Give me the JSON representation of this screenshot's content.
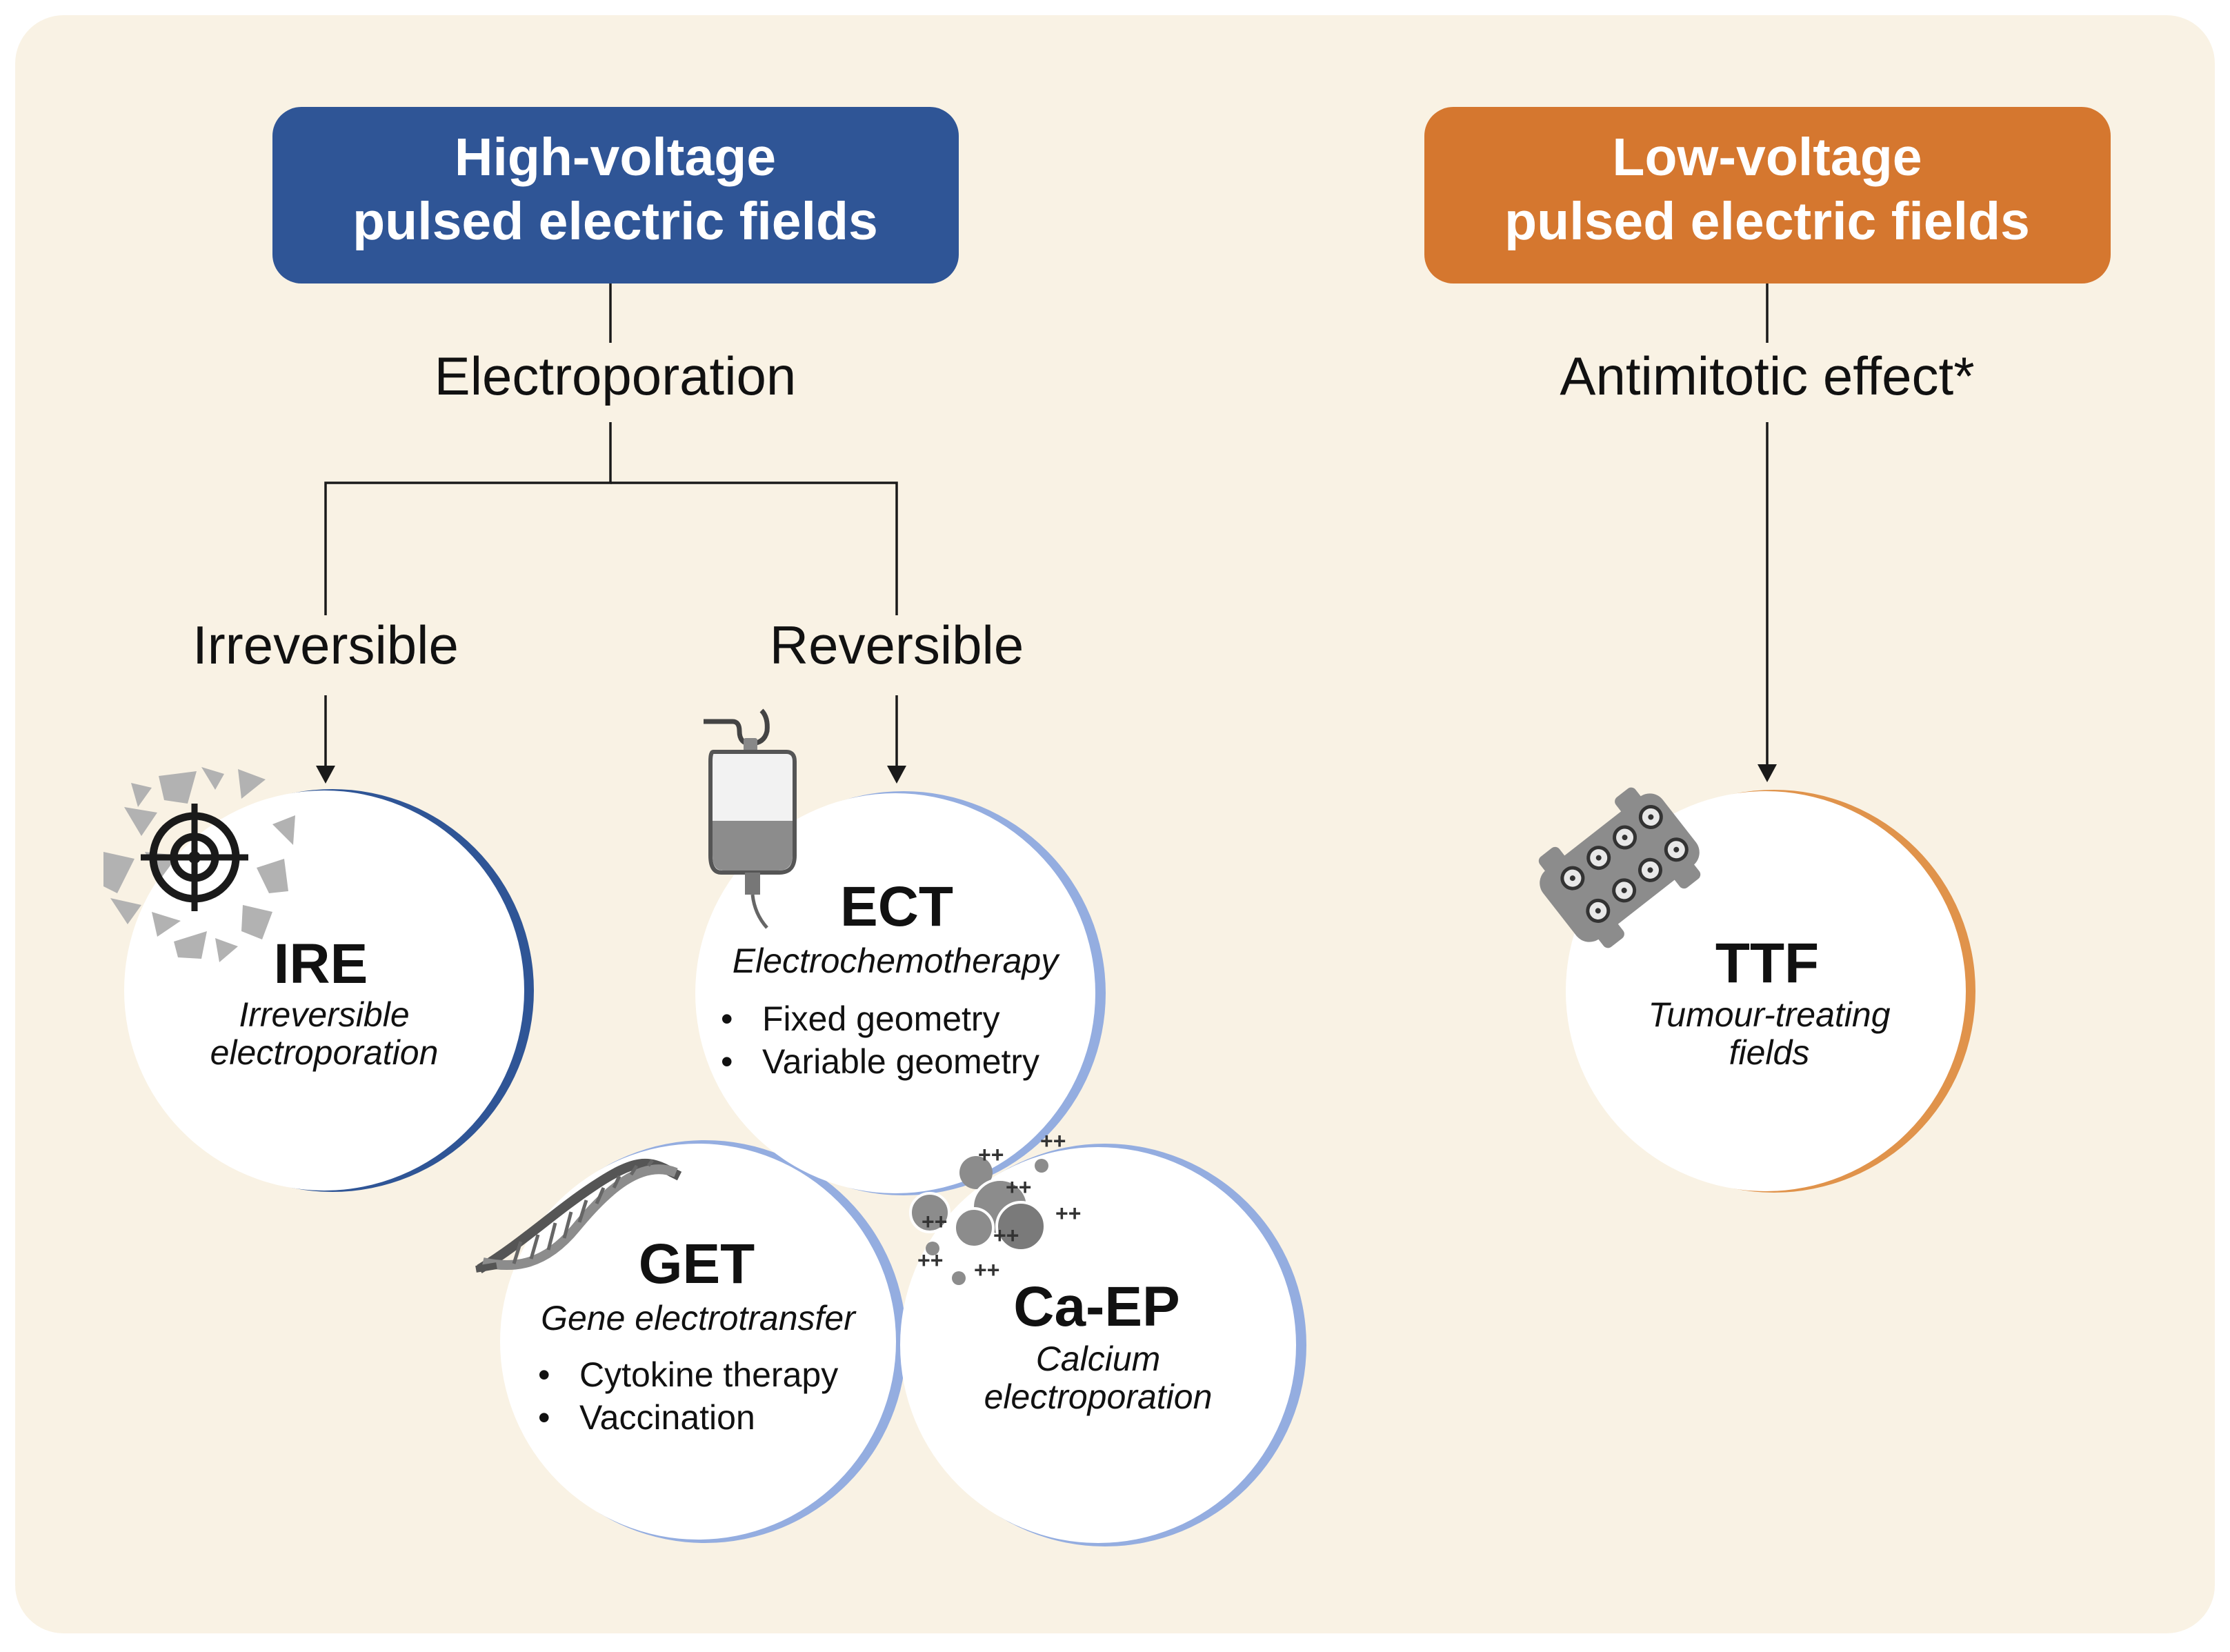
{
  "high_voltage": {
    "title_line1": "High-voltage",
    "title_line2": "pulsed electric fields",
    "mechanism": "Electroporation",
    "branches": {
      "irreversible": "Irreversible",
      "reversible": "Reversible"
    }
  },
  "low_voltage": {
    "title_line1": "Low-voltage",
    "title_line2": "pulsed electric fields",
    "mechanism": "Antimitotic effect*"
  },
  "techniques": {
    "ire": {
      "abbr": "IRE",
      "full_line1": "Irreversible",
      "full_line2": "electroporation",
      "icon": "target-icon"
    },
    "ect": {
      "abbr": "ECT",
      "full_line1": "Electrochemotherapy",
      "bullets": [
        "Fixed geometry",
        "Variable geometry"
      ],
      "icon": "iv-bag-icon"
    },
    "get": {
      "abbr": "GET",
      "full_line1": "Gene electrotransfer",
      "bullets": [
        "Cytokine therapy",
        "Vaccination"
      ],
      "icon": "dna-icon"
    },
    "caep": {
      "abbr": "Ca-EP",
      "full_line1": "Calcium",
      "full_line2": "electroporation",
      "icon": "calcium-ions-icon"
    },
    "ttf": {
      "abbr": "TTF",
      "full_line1": "Tumour-treating",
      "full_line2": "fields",
      "icon": "electrode-array-icon"
    }
  },
  "colors": {
    "background": "#f9f2e4",
    "high_voltage": "#2f5596",
    "low_voltage": "#d5772f",
    "reversible_ring": "#94ade0",
    "ttf_ring": "#e0934b",
    "icon_grey": "#8c8c8c"
  },
  "bullet_char": "•"
}
